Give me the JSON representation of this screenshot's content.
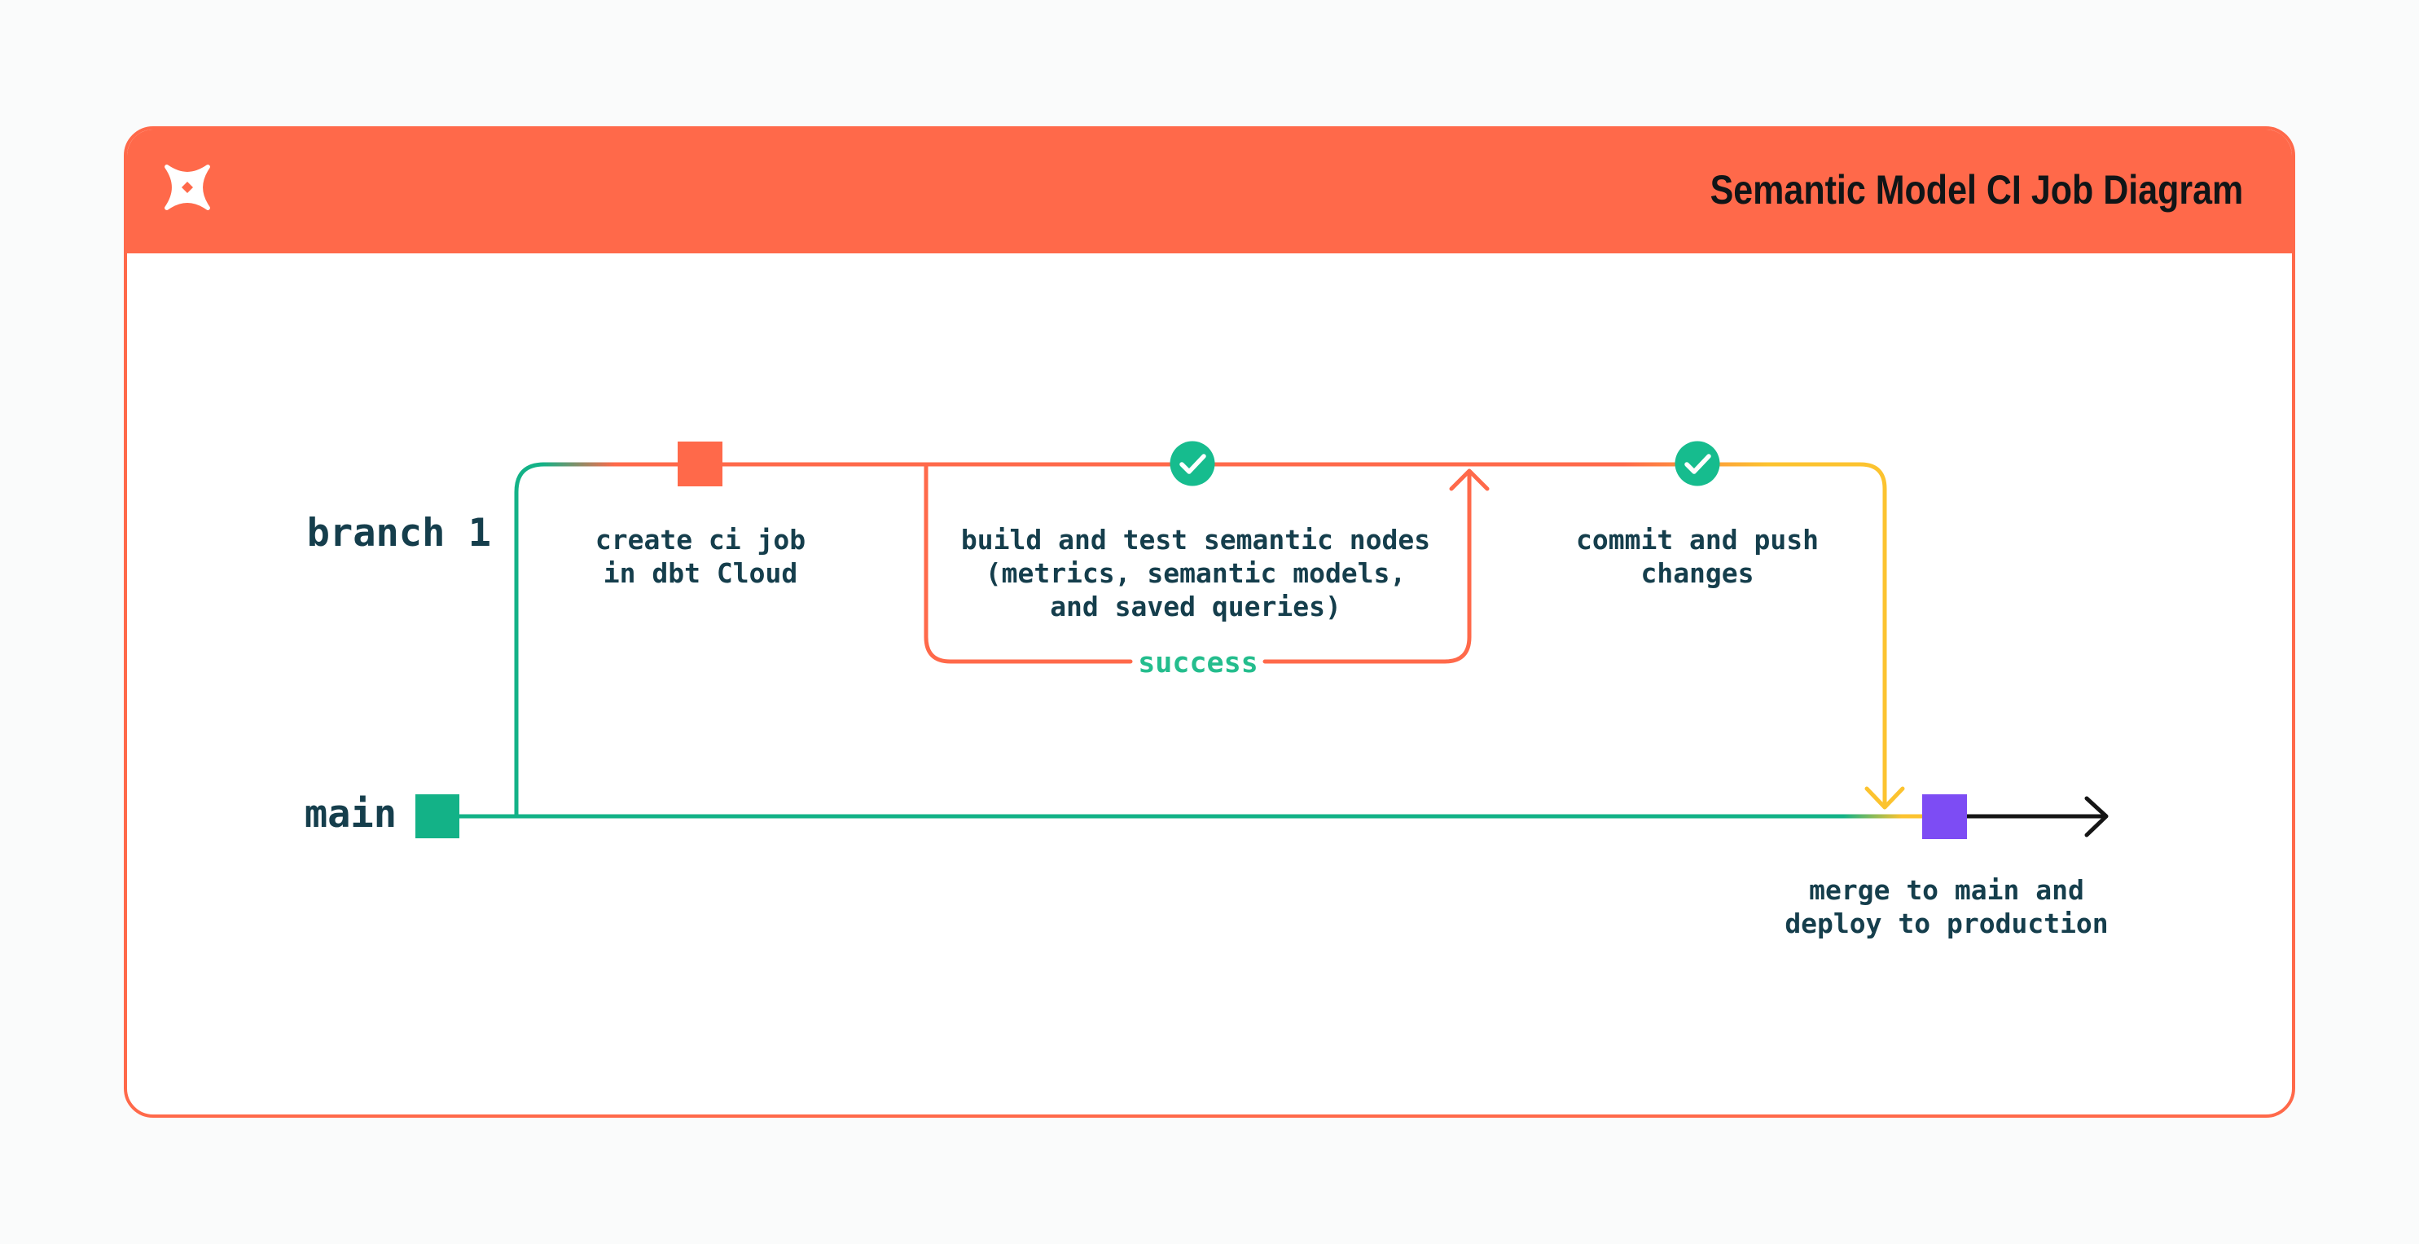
{
  "header": {
    "title": "Semantic Model CI Job Diagram",
    "logo_name": "dbt-logo",
    "background_color": "#ff694a",
    "title_color": "#101517"
  },
  "diagram": {
    "branch_labels": {
      "branch": "branch 1",
      "main": "main"
    },
    "steps": [
      {
        "id": "create-ci-job",
        "marker": "orange-commit-square",
        "label": "create ci job\nin dbt Cloud"
      },
      {
        "id": "build-test-semantic-nodes",
        "marker": "check-circle",
        "label": "build and test semantic nodes\n(metrics, semantic models,\nand saved queries)"
      },
      {
        "id": "commit-push-changes",
        "marker": "check-circle",
        "label": "commit and push\nchanges"
      },
      {
        "id": "merge-deploy",
        "marker": "purple-merge-square",
        "label": "merge to main and\ndeploy to production"
      }
    ],
    "loop_label": "success",
    "colors": {
      "branch_green": "#13b287",
      "ci_orange": "#ff694a",
      "merge_yellow": "#fcc32f",
      "merge_purple": "#7d4cf4",
      "check_green": "#16bc8e",
      "success_green": "#24bd8d",
      "label_dark": "#153e4c",
      "arrow_black": "#151515"
    }
  }
}
